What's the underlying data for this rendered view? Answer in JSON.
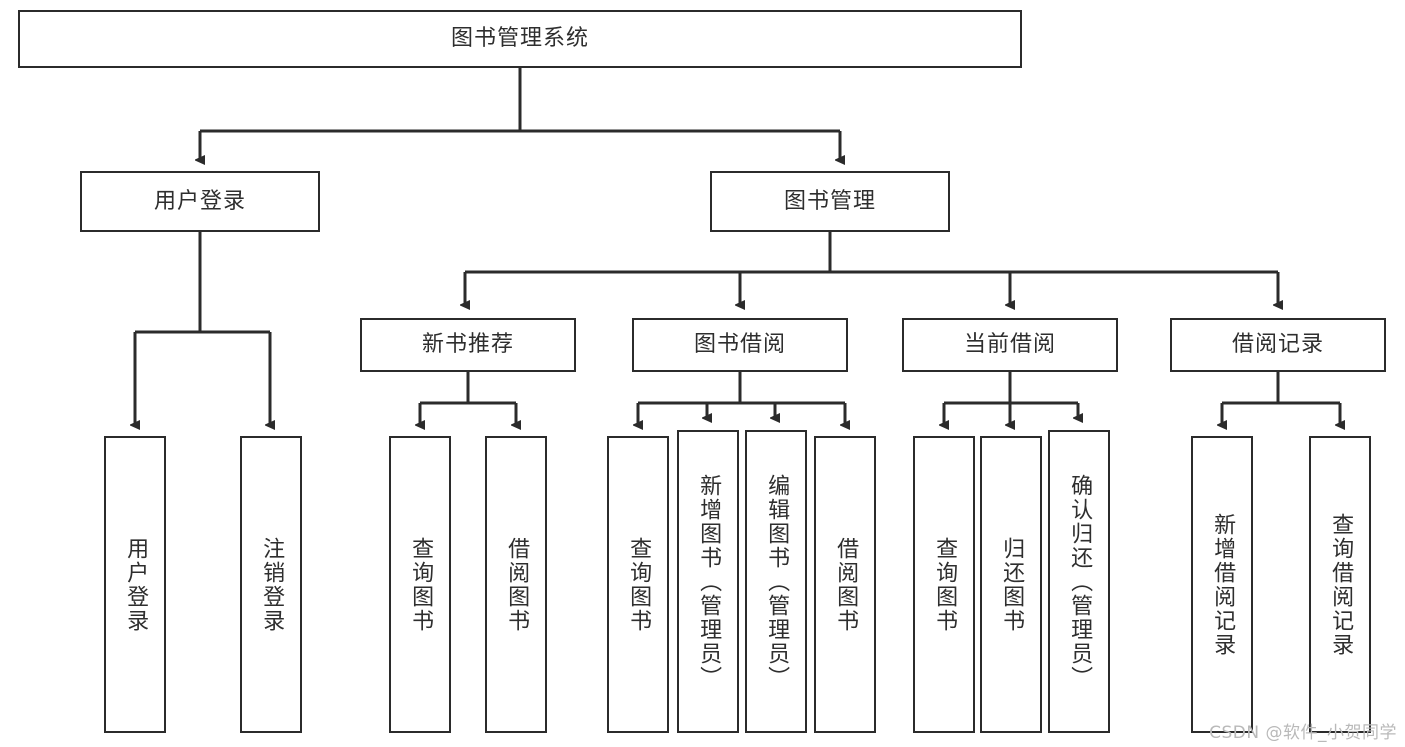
{
  "diagram": {
    "title": "图书管理系统",
    "type": "tree",
    "style": {
      "box_border_color": "#2b2b2b",
      "box_fill": "#ffffff",
      "text_color": "#2e2e2e",
      "edge_color": "#2b2b2b",
      "background": "#ffffff",
      "watermark_color": "#b9b9b9"
    },
    "watermark": "CSDN @软件_小贺同学",
    "levels": {
      "root": {
        "label": "图书管理系统"
      },
      "level1": [
        {
          "id": "user-login",
          "label": "用户登录"
        },
        {
          "id": "book-manage",
          "label": "图书管理"
        }
      ],
      "level2": [
        {
          "id": "new-book-recommend",
          "label": "新书推荐",
          "parent": "book-manage"
        },
        {
          "id": "book-borrow",
          "label": "图书借阅",
          "parent": "book-manage"
        },
        {
          "id": "current-borrow",
          "label": "当前借阅",
          "parent": "book-manage"
        },
        {
          "id": "borrow-record",
          "label": "借阅记录",
          "parent": "book-manage"
        }
      ],
      "leaves": [
        {
          "id": "leaf-user-login",
          "label": "用户登录",
          "parent": "user-login"
        },
        {
          "id": "leaf-logout-login",
          "label": "注销登录",
          "parent": "user-login"
        },
        {
          "id": "leaf-query-book-1",
          "label": "查询图书",
          "parent": "new-book-recommend"
        },
        {
          "id": "leaf-borrow-book-1",
          "label": "借阅图书",
          "parent": "new-book-recommend"
        },
        {
          "id": "leaf-query-book-2",
          "label": "查询图书",
          "parent": "book-borrow"
        },
        {
          "id": "leaf-add-book-admin",
          "label": "新增图书（管理员）",
          "parent": "book-borrow"
        },
        {
          "id": "leaf-edit-book-admin",
          "label": "编辑图书（管理员）",
          "parent": "book-borrow"
        },
        {
          "id": "leaf-borrow-book-2",
          "label": "借阅图书",
          "parent": "book-borrow"
        },
        {
          "id": "leaf-query-book-3",
          "label": "查询图书",
          "parent": "current-borrow"
        },
        {
          "id": "leaf-return-book",
          "label": "归还图书",
          "parent": "current-borrow"
        },
        {
          "id": "leaf-confirm-return-admin",
          "label": "确认归还（管理员）",
          "parent": "current-borrow"
        },
        {
          "id": "leaf-add-record",
          "label": "新增借阅记录",
          "parent": "borrow-record"
        },
        {
          "id": "leaf-query-record",
          "label": "查询借阅记录",
          "parent": "borrow-record"
        }
      ]
    }
  }
}
